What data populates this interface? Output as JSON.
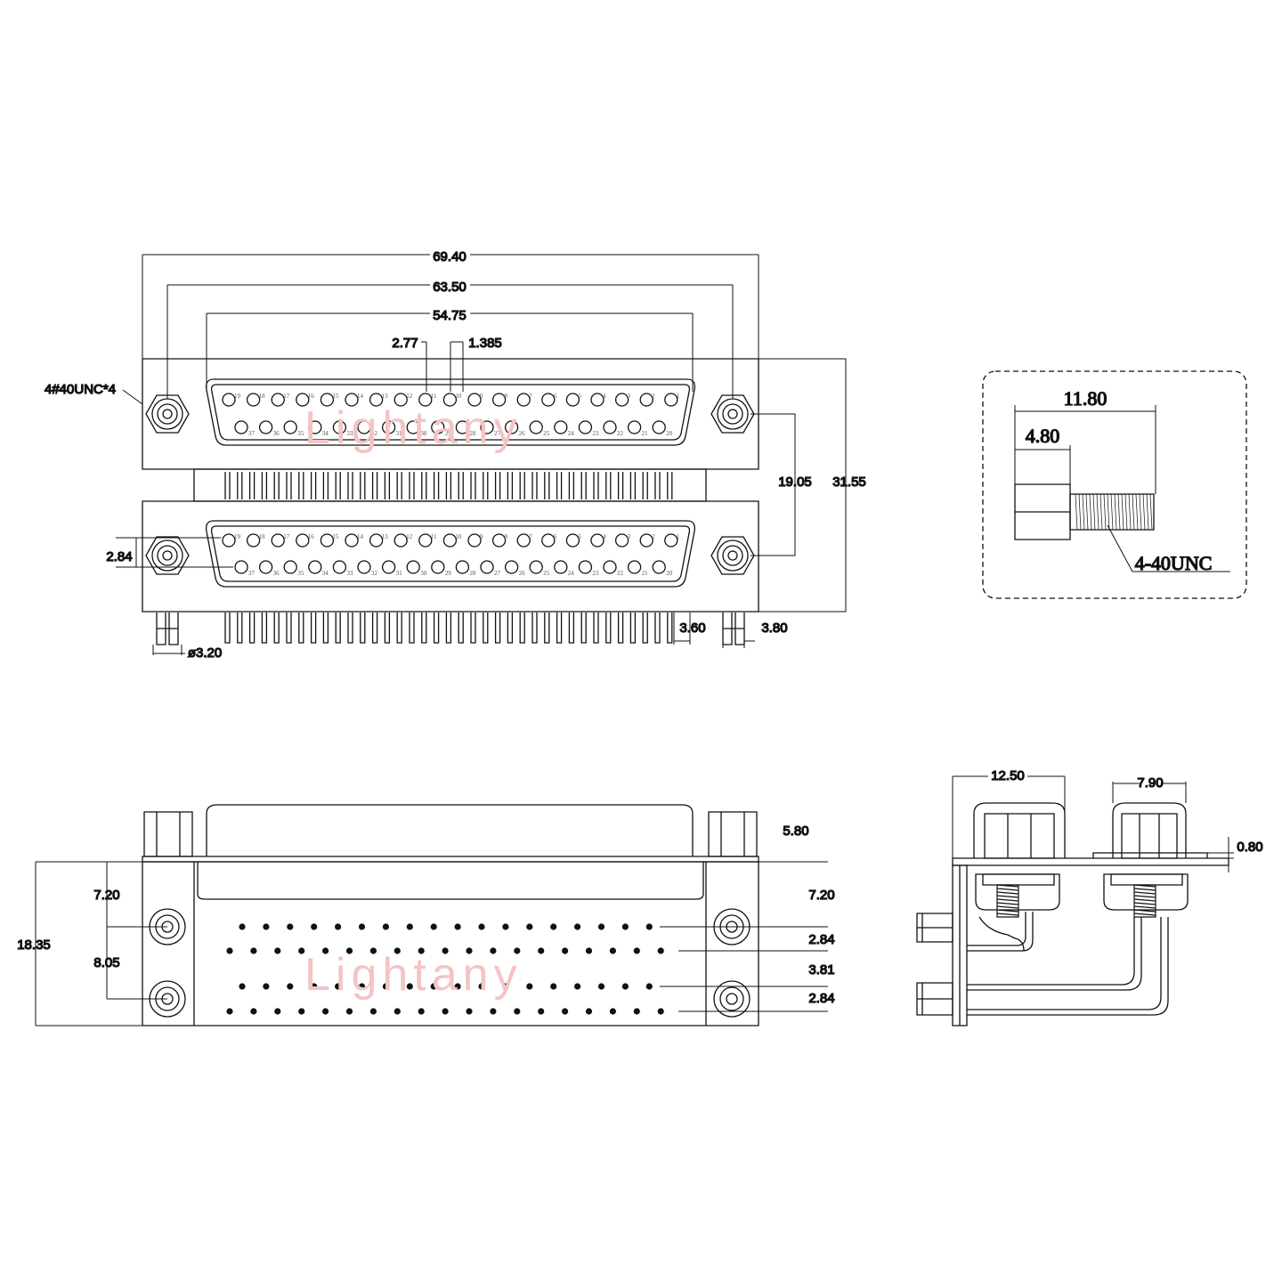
{
  "front_view": {
    "dim_overall_width": "69.40",
    "dim_mount_spacing": "63.50",
    "dim_shell_width": "54.75",
    "dim_pin_pitch": "2.77",
    "dim_half_pitch": "1.385",
    "dim_thread_note": "4#40UNC*4",
    "dim_port_spacing": "19.05",
    "dim_total_height": "31.55",
    "dim_row_offset": "2.84",
    "dim_tail_a": "3.60",
    "dim_tail_b": "3.80",
    "dim_boardlock_dia": "ø3.20",
    "top_row1_pins": [
      "19",
      "18",
      "17",
      "16",
      "15",
      "14",
      "13",
      "12",
      "11",
      "10",
      "9",
      "8",
      "7",
      "6",
      "5",
      "4",
      "3",
      "2",
      "1"
    ],
    "top_row2_pins": [
      "37",
      "36",
      "35",
      "34",
      "33",
      "32",
      "31",
      "30",
      "29",
      "28",
      "27",
      "26",
      "25",
      "24",
      "23",
      "22",
      "21",
      "20"
    ]
  },
  "screw_detail": {
    "dim_length": "11.80",
    "dim_head": "4.80",
    "thread_label": "4-40UNC"
  },
  "bottom_view": {
    "dim_height": "18.35",
    "dim_left_a": "7.20",
    "dim_left_b": "8.05",
    "dim_shell_height": "5.80",
    "dim_right_a": "7.20",
    "dim_right_b": "2.84",
    "dim_right_c": "3.81",
    "dim_right_d": "2.84"
  },
  "side_view": {
    "dim_depth": "12.50",
    "dim_hex": "7.90",
    "dim_plate": "0.80"
  },
  "watermark": "Lightany"
}
